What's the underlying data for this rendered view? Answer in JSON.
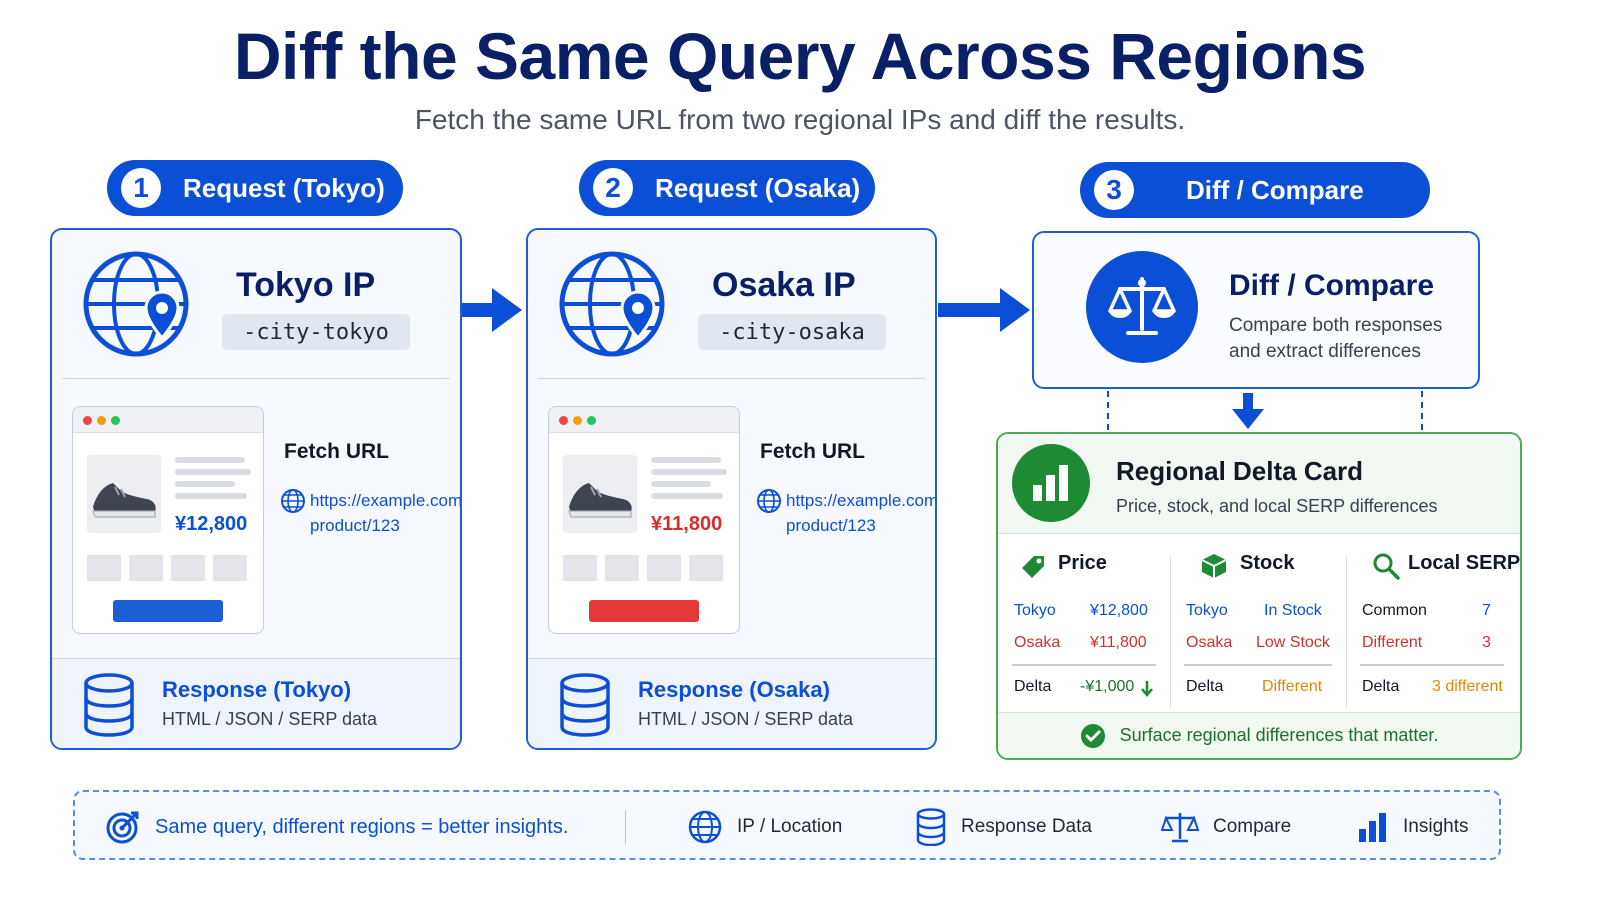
{
  "title": "Diff the Same Query Across Regions",
  "subtitle": "Fetch the same URL from two regional IPs and diff the results.",
  "steps": [
    {
      "num": "1",
      "label": "Request (Tokyo)"
    },
    {
      "num": "2",
      "label": "Request (Osaka)"
    },
    {
      "num": "3",
      "label": "Diff / Compare"
    }
  ],
  "tokyo": {
    "ip_title": "Tokyo IP",
    "code": "-city-tokyo",
    "price": "¥12,800",
    "fetch_label": "Fetch URL",
    "url_line1": "https://example.com/",
    "url_line2": "product/123",
    "response_title": "Response (Tokyo)",
    "response_sub": "HTML / JSON / SERP data",
    "accent": "#0b4fd6",
    "button_color": "#1a5fd6"
  },
  "osaka": {
    "ip_title": "Osaka IP",
    "code": "-city-osaka",
    "price": "¥11,800",
    "fetch_label": "Fetch URL",
    "url_line1": "https://example.com/",
    "url_line2": "product/123",
    "response_title": "Response (Osaka)",
    "response_sub": "HTML / JSON / SERP data",
    "accent": "#d32f2f",
    "button_color": "#e23a3a"
  },
  "diff": {
    "title": "Diff / Compare",
    "sub": "Compare both responses and extract differences"
  },
  "delta_card": {
    "title": "Regional Delta Card",
    "sub": "Price, stock, and local SERP differences",
    "price": {
      "header": "Price",
      "tokyo_label": "Tokyo",
      "tokyo_value": "¥12,800",
      "osaka_label": "Osaka",
      "osaka_value": "¥11,800",
      "delta_label": "Delta",
      "delta_value": "-¥1,000"
    },
    "stock": {
      "header": "Stock",
      "tokyo_label": "Tokyo",
      "tokyo_value": "In Stock",
      "osaka_label": "Osaka",
      "osaka_value": "Low Stock",
      "delta_label": "Delta",
      "delta_value": "Different"
    },
    "serp": {
      "header": "Local SERP",
      "common_label": "Common",
      "common_value": "7",
      "different_label": "Different",
      "different_value": "3",
      "delta_label": "Delta",
      "delta_value": "3 different"
    },
    "footer": "Surface regional differences that matter."
  },
  "legend": {
    "lead": "Same query, different regions = better insights.",
    "items": [
      "IP / Location",
      "Response Data",
      "Compare",
      "Insights"
    ]
  },
  "colors": {
    "primary": "#0b4fd6",
    "navy": "#0b1f66",
    "green": "#1e8a34",
    "red": "#d32f2f",
    "orange": "#e08a00"
  }
}
